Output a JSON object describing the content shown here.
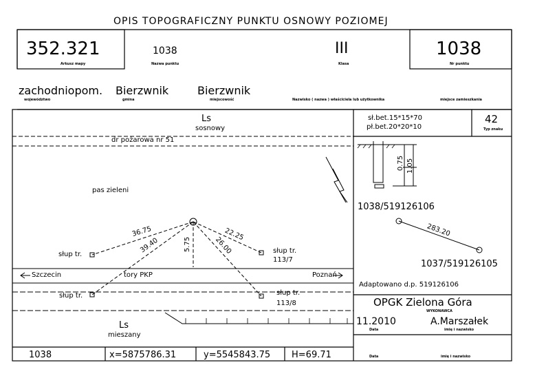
{
  "header": {
    "title": "OPIS TOPOGRAFICZNY PUNKTU OSNOWY POZIOMEJ",
    "sheet_no": "352.321",
    "sheet_no_caption": "Arkusz mapy",
    "point_name": "1038",
    "point_name_caption": "Nazwa punktu",
    "class": "III",
    "class_caption": "Klasa",
    "point_no": "1038",
    "point_no_caption": "Nr punktu"
  },
  "location": {
    "voivodeship": "zachodniopom.",
    "voivodeship_caption": "województwo",
    "commune": "Bierzwnik",
    "commune_caption": "gmina",
    "locality": "Bierzwnik",
    "locality_caption": "miejscowość",
    "owner_caption": "Nazwisko ( nazwa ) właściciela lub użytkownika",
    "residence_caption": "miejsce zamieszkania"
  },
  "sketch": {
    "forest_top": "Ls",
    "forest_top_desc": "sosnowy",
    "road": "dr pożarowa nr 51",
    "green_belt": "pas zieleni",
    "dist_left": "36.75",
    "dist_left_diag": "39.40",
    "dist_down": "5.75",
    "dist_right_diag": "26.00",
    "dist_right": "22.25",
    "pole_left_upper": "słup tr.",
    "pole_right_upper": "słup tr.",
    "pole_right_upper_no": "113/7",
    "pole_left_lower": "słup tr.",
    "pole_right_lower": "słup tr.",
    "pole_right_lower_no": "113/8",
    "dir_left": "Szczecin",
    "dir_right": "Poznań",
    "rail": "tory PKP",
    "forest_bottom": "Ls",
    "forest_bottom_desc": "mieszany"
  },
  "marker": {
    "spec_line1": "sł.bet.15*15*70",
    "spec_line2": "pł.bet.20*20*10",
    "type_no": "42",
    "type_caption": "Typ znaku",
    "depth_top": "0.75",
    "depth_total": "1.05",
    "point_a": "1038/519126106",
    "point_b": "1037/519126105",
    "ab_distance": "283.20",
    "adapted": "Adaptowano d.p. 519126106"
  },
  "execution": {
    "company": "OPGK Zielona Góra",
    "contractor_caption": "WYKONAWCA",
    "date": "11.2010",
    "date_caption": "Data",
    "surveyor": "A.Marszałek",
    "name_caption": "imię i nazwisko",
    "date2_caption": "Data",
    "name2_caption": "imię i nazwisko"
  },
  "coords": {
    "point": "1038",
    "x": "x=5875786.31",
    "y": "y=5545843.75",
    "h": "H=69.71"
  }
}
